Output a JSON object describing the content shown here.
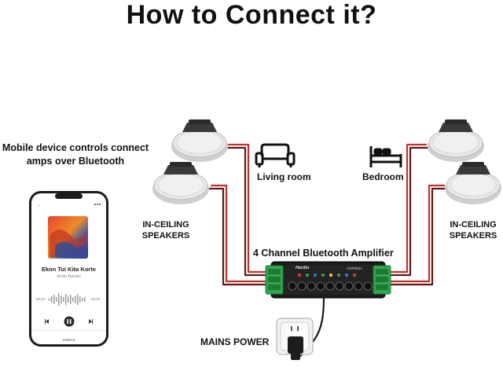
{
  "title": "How to Connect it?",
  "caption": "Mobile device controls connect amps over Bluetooth",
  "speaker_label_left": "IN-CEILING SPEAKERS",
  "speaker_label_right": "IN-CEILING SPEAKERS",
  "rooms": {
    "living": "Living room",
    "bedroom": "Bedroom"
  },
  "amplifier": {
    "title": "4 Channel Bluetooth Amplifier",
    "brand": "Herdio",
    "model": "AMP0504"
  },
  "mains_label": "MAINS POWER",
  "phone": {
    "song_title": "Ekon Tui Kita Korte",
    "artist": "Andu Bandu",
    "time_elapsed": "00:22",
    "time_total": "03:20",
    "tab_label": "SONGS"
  },
  "colors": {
    "wire_red": "#c0332b",
    "wire_dark": "#5a1a1a",
    "amp_body": "#1b1b1b",
    "terminal_green": "#2fa84f"
  }
}
